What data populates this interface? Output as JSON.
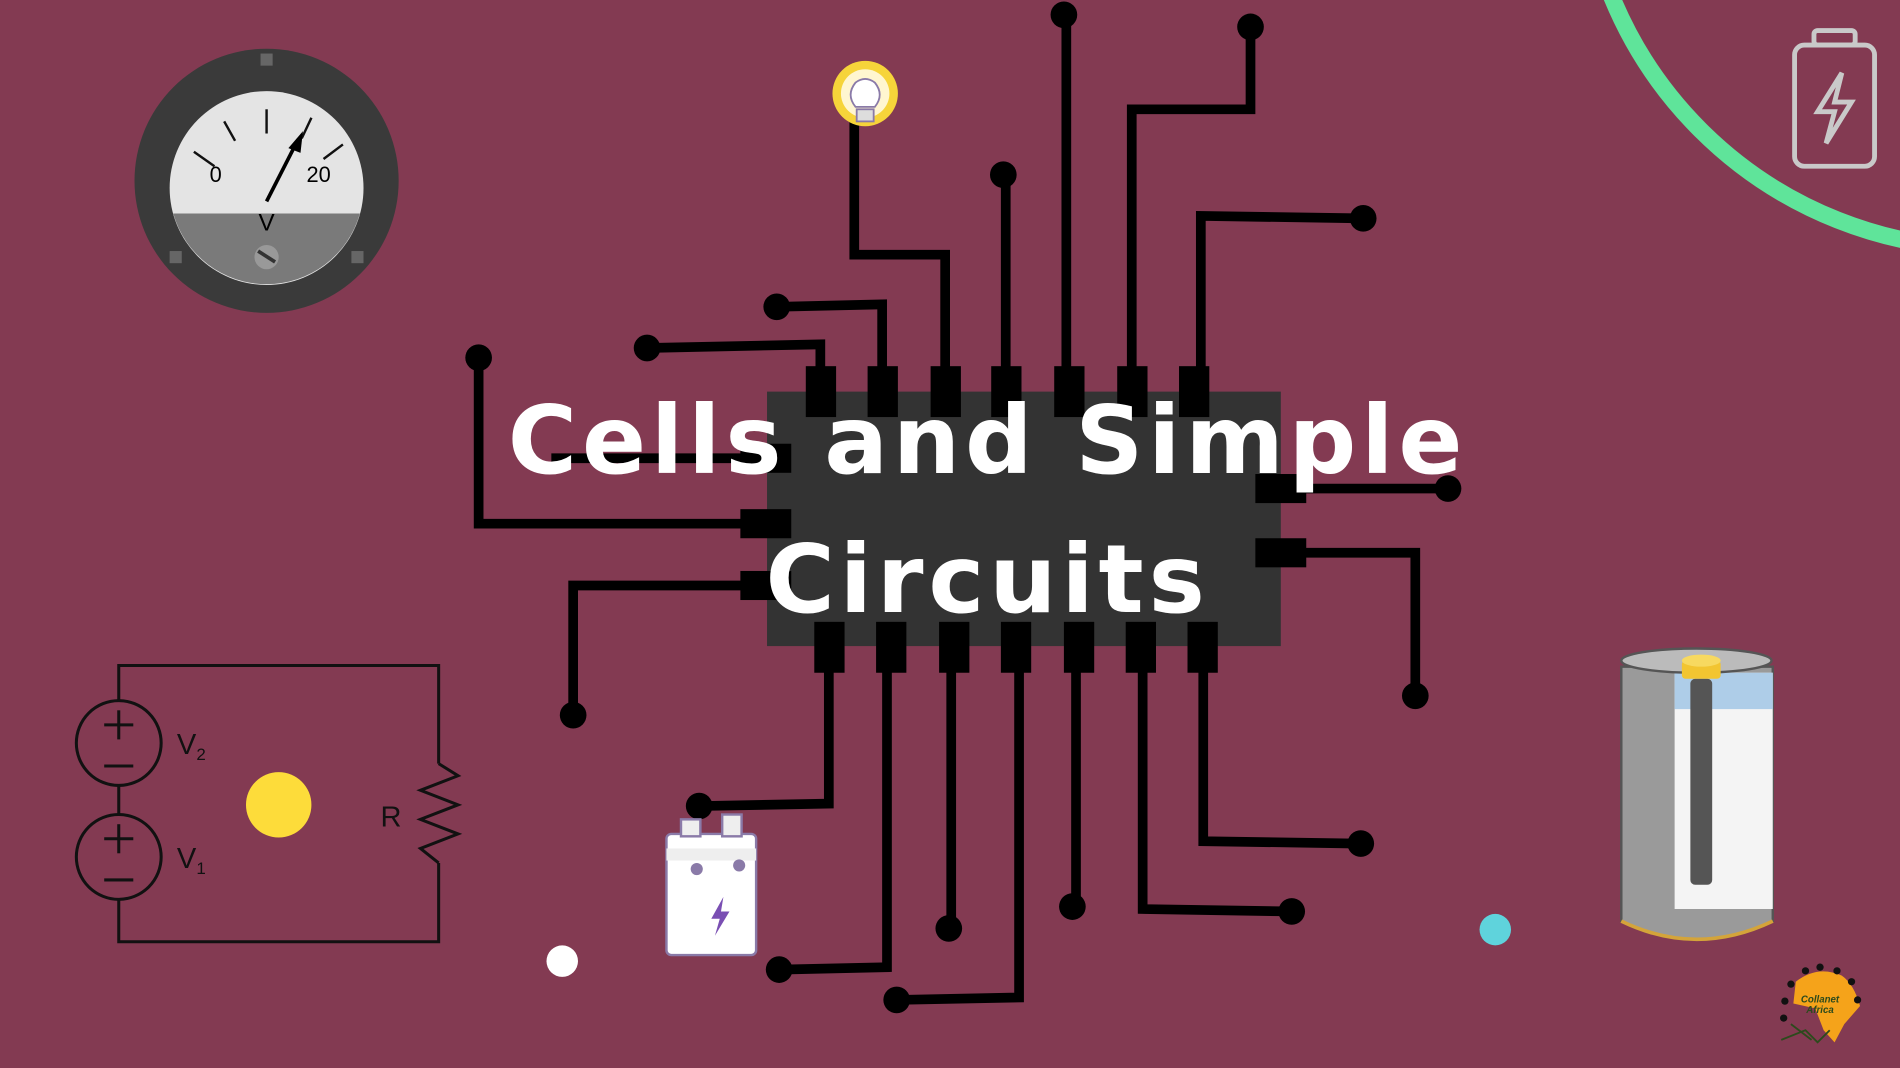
{
  "slide": {
    "title_line1": "Cells and Simple",
    "title_line2": "Circuits"
  },
  "voltmeter": {
    "scale_min_label": "0",
    "scale_max_label": "20",
    "unit_label": "V"
  },
  "circuit_diagram": {
    "cell_top_label": "V",
    "cell_top_sub": "2",
    "cell_bottom_label": "V",
    "cell_bottom_sub": "1",
    "resistor_label": "R"
  },
  "logo": {
    "text_line1": "Collanet",
    "text_line2": "Africa"
  },
  "colors": {
    "background": "#833a52",
    "chip": "#333333",
    "trace": "#000000",
    "arc_accent": "#5fe49a",
    "yellow_dot": "#fddc3a",
    "cyan_dot": "#5fd3dc",
    "logo_orange": "#f5a31a"
  }
}
